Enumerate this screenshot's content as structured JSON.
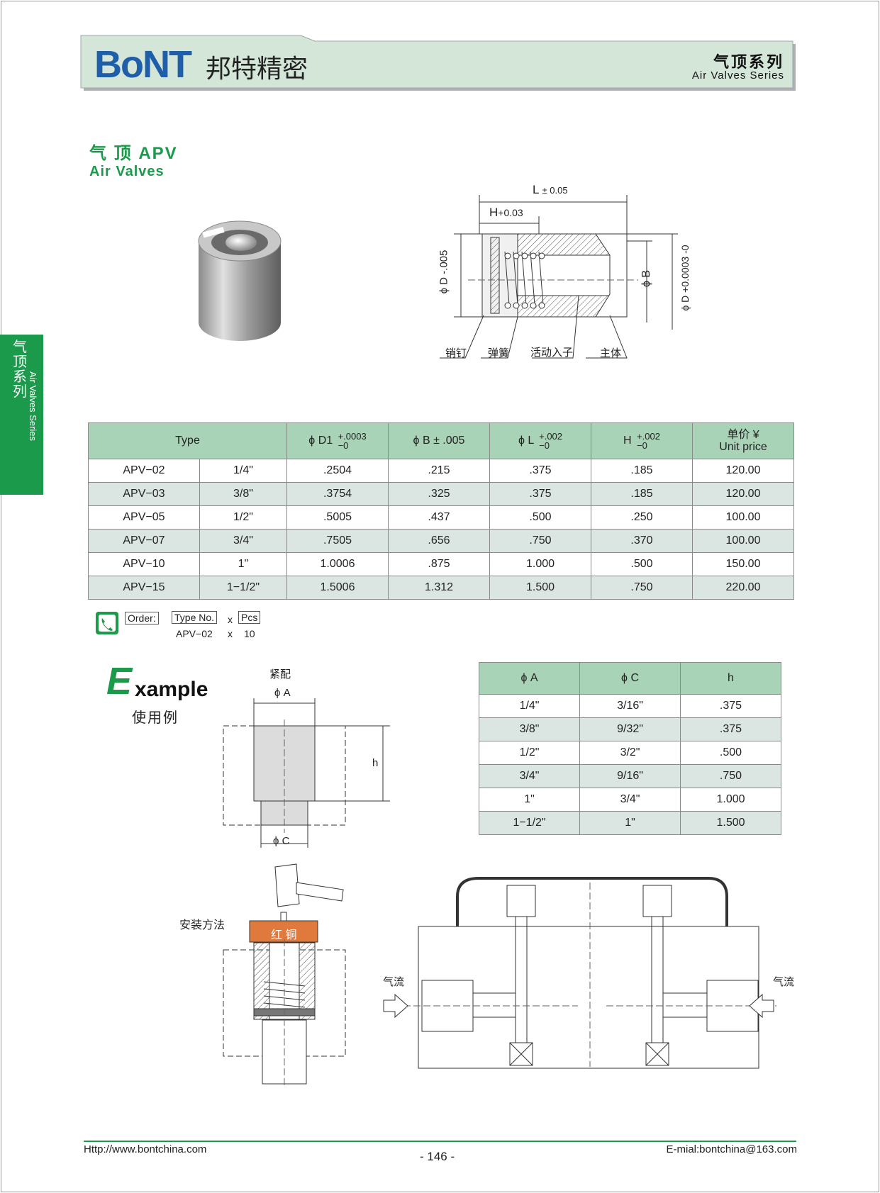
{
  "header": {
    "brand": "BoNT",
    "brand_cn": "邦特精密",
    "series_cn": "气顶系列",
    "series_en": "Air Valves Series"
  },
  "side_tab": {
    "cn": "气顶系列",
    "en": "Air Valves Series"
  },
  "title": {
    "cn": "气 顶  APV",
    "en": "Air Valves"
  },
  "drawing": {
    "L": "L",
    "L_tol": "± 0.05",
    "H": "H",
    "H_tol": "+0.03",
    "D_left": "ϕ D -.005",
    "B": "ϕ B",
    "D_right": "ϕ D +0.0003 -0",
    "parts": [
      "销钉",
      "弹簧",
      "活动入子",
      "主体"
    ]
  },
  "spec_table": {
    "headers": {
      "type": "Type",
      "d1": "ϕ D1",
      "d1_tol_top": "+.0003",
      "d1_tol_bot": "−0",
      "b": "ϕ B ± .005",
      "l": "ϕ L",
      "l_tol_top": "+.002",
      "l_tol_bot": "−0",
      "h": "H",
      "h_tol_top": "+.002",
      "h_tol_bot": "−0",
      "price_cn": "单价 ¥",
      "price_en": "Unit price"
    },
    "rows": [
      {
        "model": "APV−02",
        "size": "1/4\"",
        "d1": ".2504",
        "b": ".215",
        "l": ".375",
        "h": ".185",
        "price": "120.00"
      },
      {
        "model": "APV−03",
        "size": "3/8\"",
        "d1": ".3754",
        "b": ".325",
        "l": ".375",
        "h": ".185",
        "price": "120.00"
      },
      {
        "model": "APV−05",
        "size": "1/2\"",
        "d1": ".5005",
        "b": ".437",
        "l": ".500",
        "h": ".250",
        "price": "100.00"
      },
      {
        "model": "APV−07",
        "size": "3/4\"",
        "d1": ".7505",
        "b": ".656",
        "l": ".750",
        "h": ".370",
        "price": "100.00"
      },
      {
        "model": "APV−10",
        "size": "1\"",
        "d1": "1.0006",
        "b": ".875",
        "l": "1.000",
        "h": ".500",
        "price": "150.00"
      },
      {
        "model": "APV−15",
        "size": "1−1/2\"",
        "d1": "1.5006",
        "b": "1.312",
        "l": "1.500",
        "h": ".750",
        "price": "220.00"
      }
    ]
  },
  "order": {
    "label": "Order:",
    "type_no": "Type No.",
    "x": "x",
    "pcs": "Pcs",
    "example_model": "APV−02",
    "example_qty": "10"
  },
  "example": {
    "E": "E",
    "rest": "xample",
    "cn": "使用例",
    "fit_cn": "紧配",
    "A": "ϕ A",
    "h": "h",
    "C": "ϕ C",
    "install_cn": "安装方法",
    "copper_cn": "红 铜",
    "airflow_left": "气流",
    "airflow_right": "气流"
  },
  "fit_table": {
    "headers": [
      "ϕ A",
      "ϕ C",
      "h"
    ],
    "rows": [
      [
        "1/4\"",
        "3/16\"",
        ".375"
      ],
      [
        "3/8\"",
        "9/32\"",
        ".375"
      ],
      [
        "1/2\"",
        "3/2\"",
        ".500"
      ],
      [
        "3/4\"",
        "9/16\"",
        ".750"
      ],
      [
        "1\"",
        "3/4\"",
        "1.000"
      ],
      [
        "1−1/2\"",
        "1\"",
        "1.500"
      ]
    ]
  },
  "footer": {
    "url": "Http://www.bontchina.com",
    "page": "- 146 -",
    "email": "E-mial:bontchina@163.com"
  }
}
